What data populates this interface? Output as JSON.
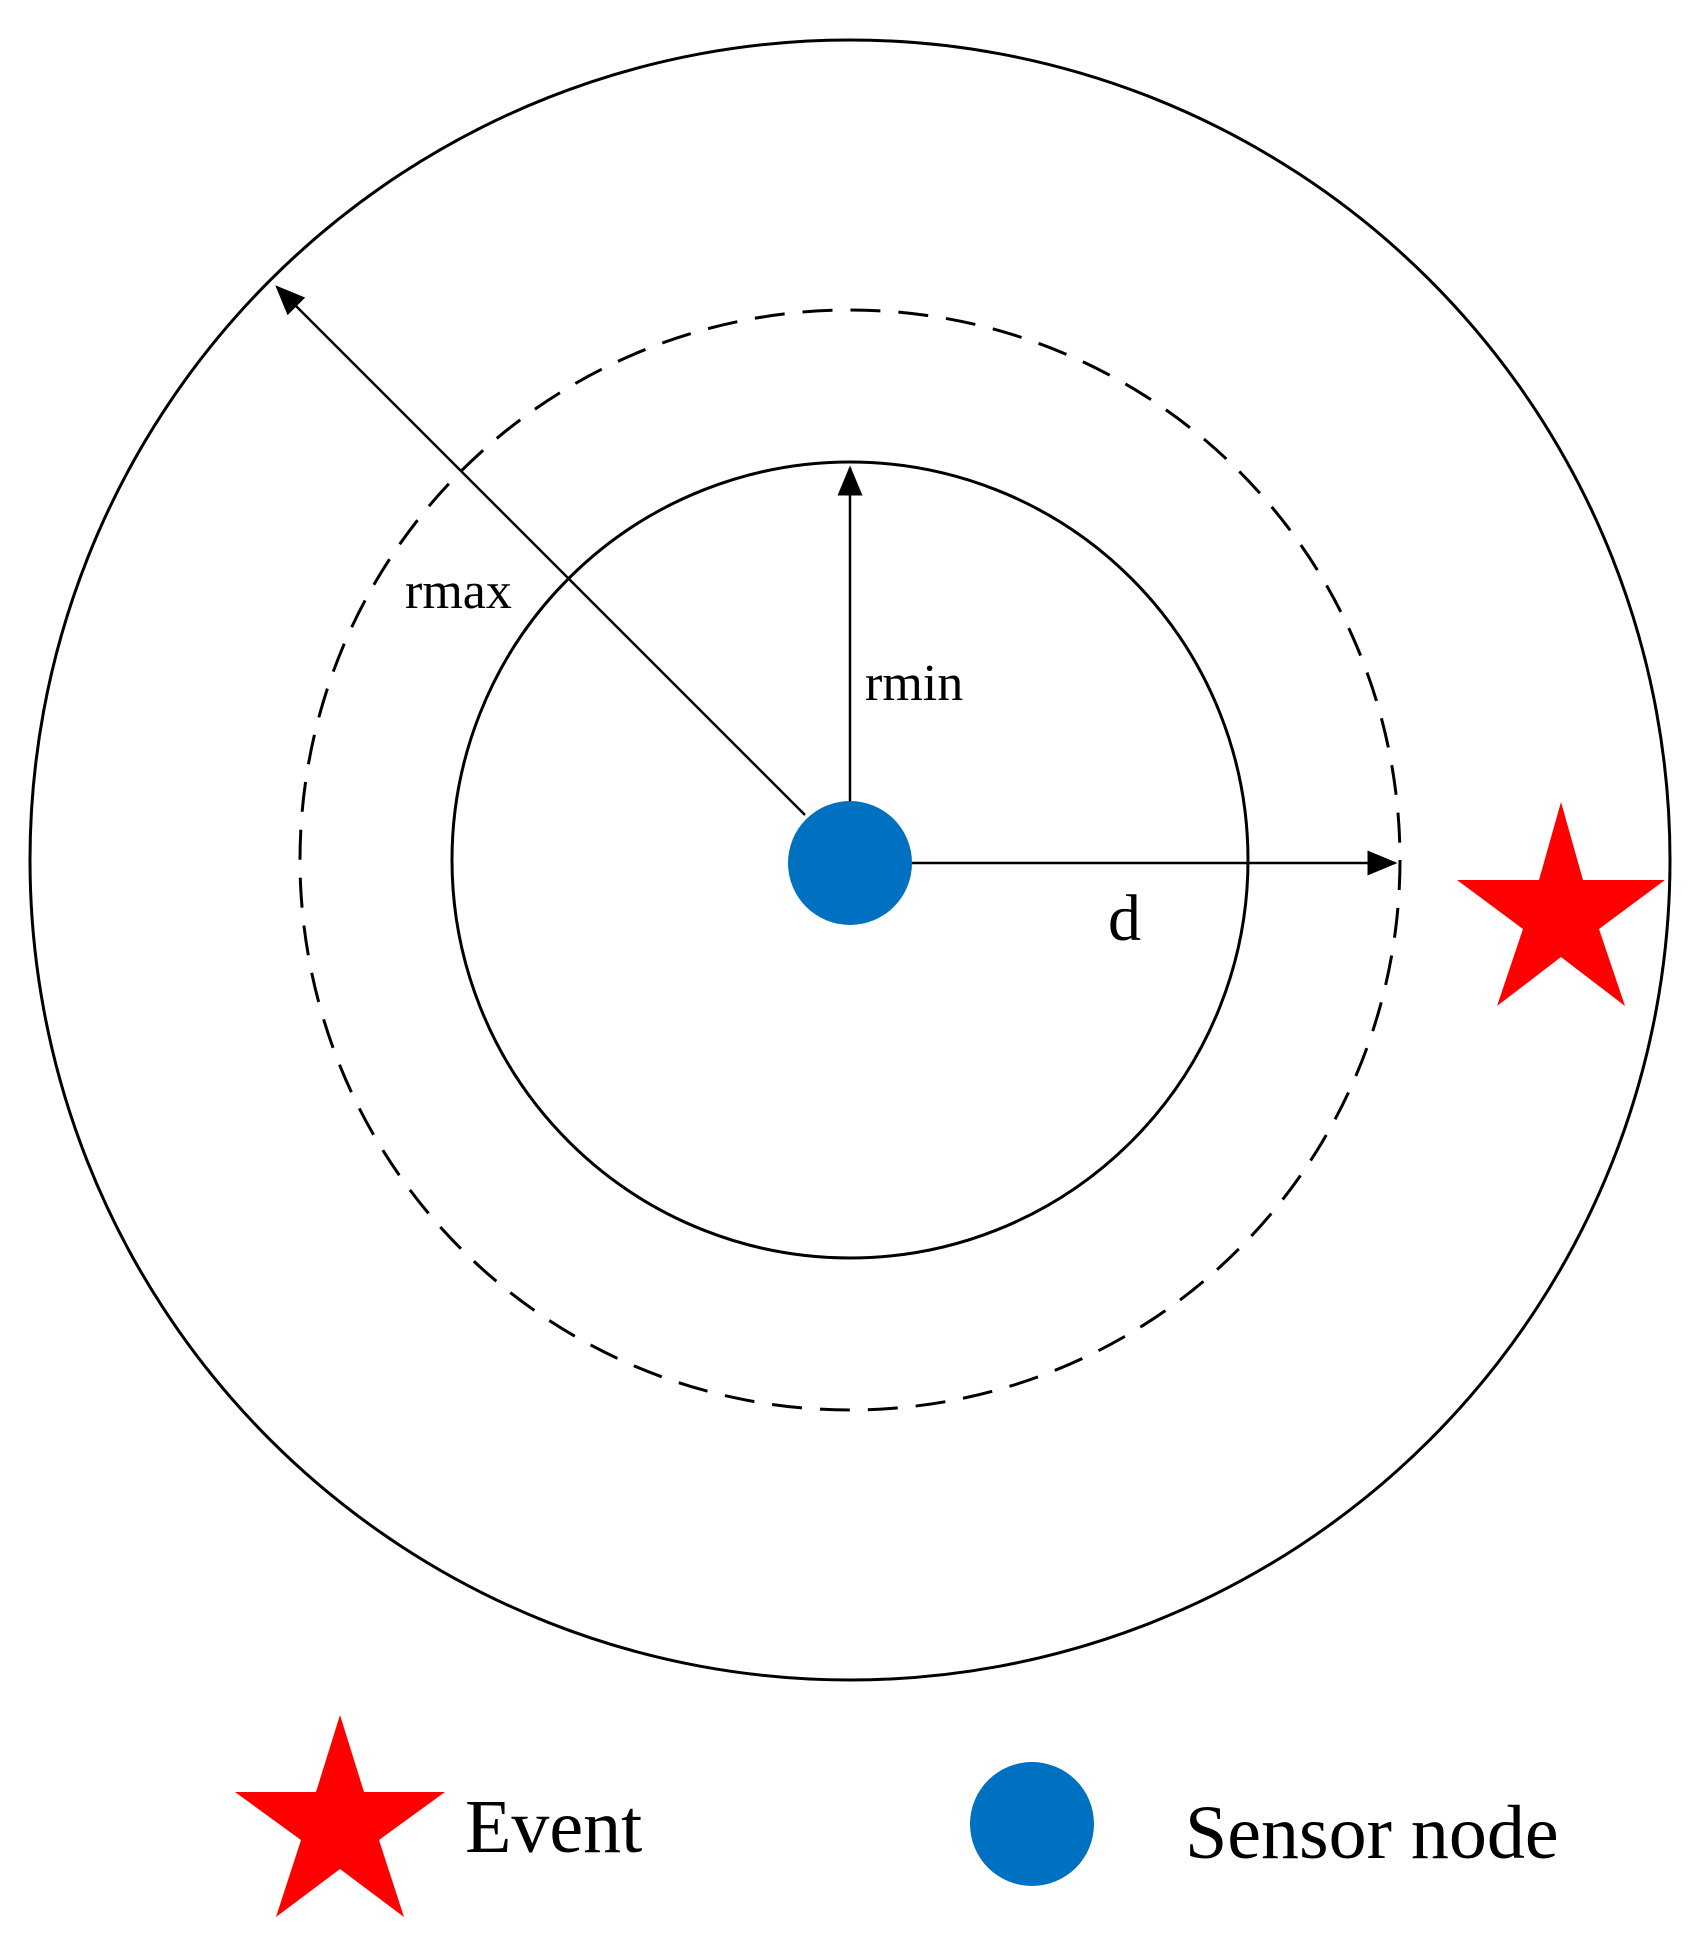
{
  "labels": {
    "r_max": "rmax",
    "r_min": "rmin",
    "d": "d"
  },
  "legend": {
    "event_label": "Event",
    "sensor_label": "Sensor node"
  },
  "icons": {
    "event": "star-icon",
    "sensor": "filled-circle-icon"
  },
  "colors": {
    "event": "#ff0000",
    "sensor": "#0070c0",
    "line": "#000000"
  }
}
